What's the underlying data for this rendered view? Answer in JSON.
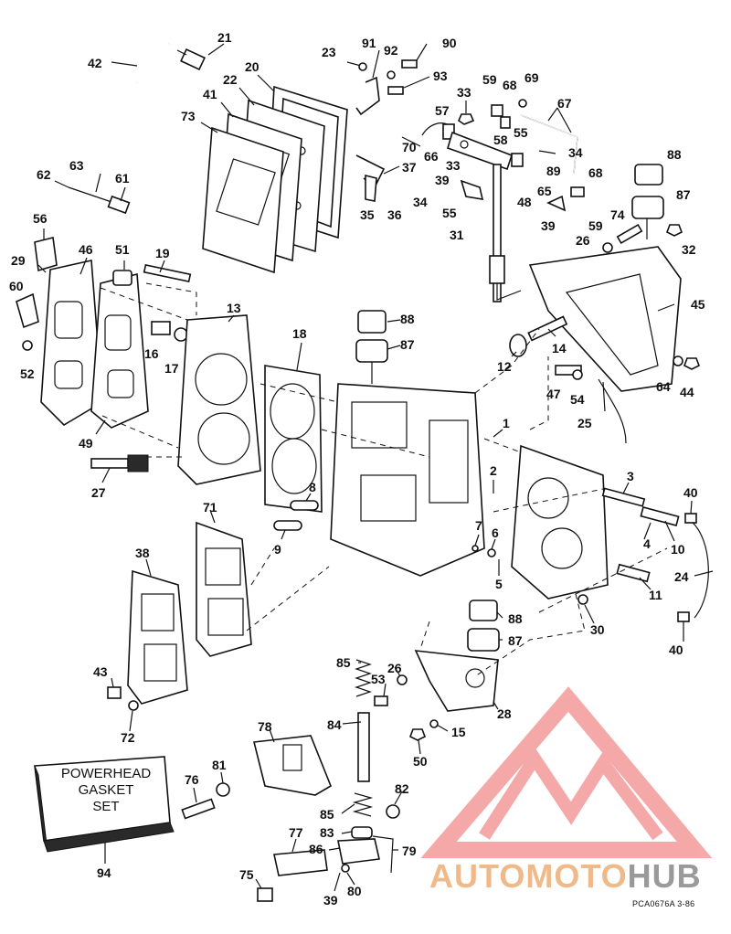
{
  "diagram": {
    "box_label_lines": [
      "POWERHEAD",
      "GASKET",
      "SET"
    ],
    "reference_code": "PCA0676A   3-86",
    "callouts": [
      {
        "id": "c21",
        "text": "21"
      },
      {
        "id": "c42",
        "text": "42"
      },
      {
        "id": "c20",
        "text": "20"
      },
      {
        "id": "c22",
        "text": "22"
      },
      {
        "id": "c41",
        "text": "41"
      },
      {
        "id": "c73",
        "text": "73"
      },
      {
        "id": "c23",
        "text": "23"
      },
      {
        "id": "c91",
        "text": "91"
      },
      {
        "id": "c92",
        "text": "92"
      },
      {
        "id": "c90",
        "text": "90"
      },
      {
        "id": "c93",
        "text": "93"
      },
      {
        "id": "c33a",
        "text": "33"
      },
      {
        "id": "c59a",
        "text": "59"
      },
      {
        "id": "c68a",
        "text": "68"
      },
      {
        "id": "c69",
        "text": "69"
      },
      {
        "id": "c67",
        "text": "67"
      },
      {
        "id": "c57",
        "text": "57"
      },
      {
        "id": "c58",
        "text": "58"
      },
      {
        "id": "c55a",
        "text": "55"
      },
      {
        "id": "c70",
        "text": "70"
      },
      {
        "id": "c66",
        "text": "66"
      },
      {
        "id": "c33b",
        "text": "33"
      },
      {
        "id": "c34a",
        "text": "34"
      },
      {
        "id": "c89",
        "text": "89"
      },
      {
        "id": "c37",
        "text": "37"
      },
      {
        "id": "c39a",
        "text": "39"
      },
      {
        "id": "c48",
        "text": "48"
      },
      {
        "id": "c65",
        "text": "65"
      },
      {
        "id": "c68b",
        "text": "68"
      },
      {
        "id": "c88a",
        "text": "88"
      },
      {
        "id": "c87a",
        "text": "87"
      },
      {
        "id": "c34b",
        "text": "34"
      },
      {
        "id": "c35",
        "text": "35"
      },
      {
        "id": "c36",
        "text": "36"
      },
      {
        "id": "c55b",
        "text": "55"
      },
      {
        "id": "c39b",
        "text": "39"
      },
      {
        "id": "c59b",
        "text": "59"
      },
      {
        "id": "c74",
        "text": "74"
      },
      {
        "id": "c26a",
        "text": "26"
      },
      {
        "id": "c32",
        "text": "32"
      },
      {
        "id": "c31",
        "text": "31"
      },
      {
        "id": "c62",
        "text": "62"
      },
      {
        "id": "c63",
        "text": "63"
      },
      {
        "id": "c61",
        "text": "61"
      },
      {
        "id": "c56",
        "text": "56"
      },
      {
        "id": "c29",
        "text": "29"
      },
      {
        "id": "c46",
        "text": "46"
      },
      {
        "id": "c51",
        "text": "51"
      },
      {
        "id": "c19",
        "text": "19"
      },
      {
        "id": "c60",
        "text": "60"
      },
      {
        "id": "c13",
        "text": "13"
      },
      {
        "id": "c18",
        "text": "18"
      },
      {
        "id": "c88b",
        "text": "88"
      },
      {
        "id": "c45",
        "text": "45"
      },
      {
        "id": "c87b",
        "text": "87"
      },
      {
        "id": "c14",
        "text": "14"
      },
      {
        "id": "c16",
        "text": "16"
      },
      {
        "id": "c17",
        "text": "17"
      },
      {
        "id": "c52",
        "text": "52"
      },
      {
        "id": "c12",
        "text": "12"
      },
      {
        "id": "c47",
        "text": "47"
      },
      {
        "id": "c54",
        "text": "54"
      },
      {
        "id": "c64",
        "text": "64"
      },
      {
        "id": "c44",
        "text": "44"
      },
      {
        "id": "c49",
        "text": "49"
      },
      {
        "id": "c25",
        "text": "25"
      },
      {
        "id": "c1",
        "text": "1"
      },
      {
        "id": "c27",
        "text": "27"
      },
      {
        "id": "c2",
        "text": "2"
      },
      {
        "id": "c3",
        "text": "3"
      },
      {
        "id": "c8",
        "text": "8"
      },
      {
        "id": "c40a",
        "text": "40"
      },
      {
        "id": "c71",
        "text": "71"
      },
      {
        "id": "c9",
        "text": "9"
      },
      {
        "id": "c4",
        "text": "4"
      },
      {
        "id": "c10",
        "text": "10"
      },
      {
        "id": "c7",
        "text": "7"
      },
      {
        "id": "c6",
        "text": "6"
      },
      {
        "id": "c38",
        "text": "38"
      },
      {
        "id": "c5",
        "text": "5"
      },
      {
        "id": "c24",
        "text": "24"
      },
      {
        "id": "c11",
        "text": "11"
      },
      {
        "id": "c30",
        "text": "30"
      },
      {
        "id": "c88c",
        "text": "88"
      },
      {
        "id": "c87c",
        "text": "87"
      },
      {
        "id": "c40b",
        "text": "40"
      },
      {
        "id": "c85a",
        "text": "85"
      },
      {
        "id": "c43",
        "text": "43"
      },
      {
        "id": "c26b",
        "text": "26"
      },
      {
        "id": "c53",
        "text": "53"
      },
      {
        "id": "c28",
        "text": "28"
      },
      {
        "id": "c72",
        "text": "72"
      },
      {
        "id": "c78",
        "text": "78"
      },
      {
        "id": "c84",
        "text": "84"
      },
      {
        "id": "c15",
        "text": "15"
      },
      {
        "id": "c50",
        "text": "50"
      },
      {
        "id": "c81",
        "text": "81"
      },
      {
        "id": "c76",
        "text": "76"
      },
      {
        "id": "c82",
        "text": "82"
      },
      {
        "id": "c85b",
        "text": "85"
      },
      {
        "id": "c83",
        "text": "83"
      },
      {
        "id": "c77",
        "text": "77"
      },
      {
        "id": "c86",
        "text": "86"
      },
      {
        "id": "c79",
        "text": "79"
      },
      {
        "id": "c94",
        "text": "94"
      },
      {
        "id": "c75",
        "text": "75"
      },
      {
        "id": "c80",
        "text": "80"
      },
      {
        "id": "c39c",
        "text": "39"
      }
    ]
  },
  "watermark": {
    "text_part_a": "AUTOMOTO",
    "text_part_b": "HUB",
    "color_a": "#f0b98a",
    "color_b": "#9a9a9a",
    "logo_color": "#f28c8c"
  }
}
